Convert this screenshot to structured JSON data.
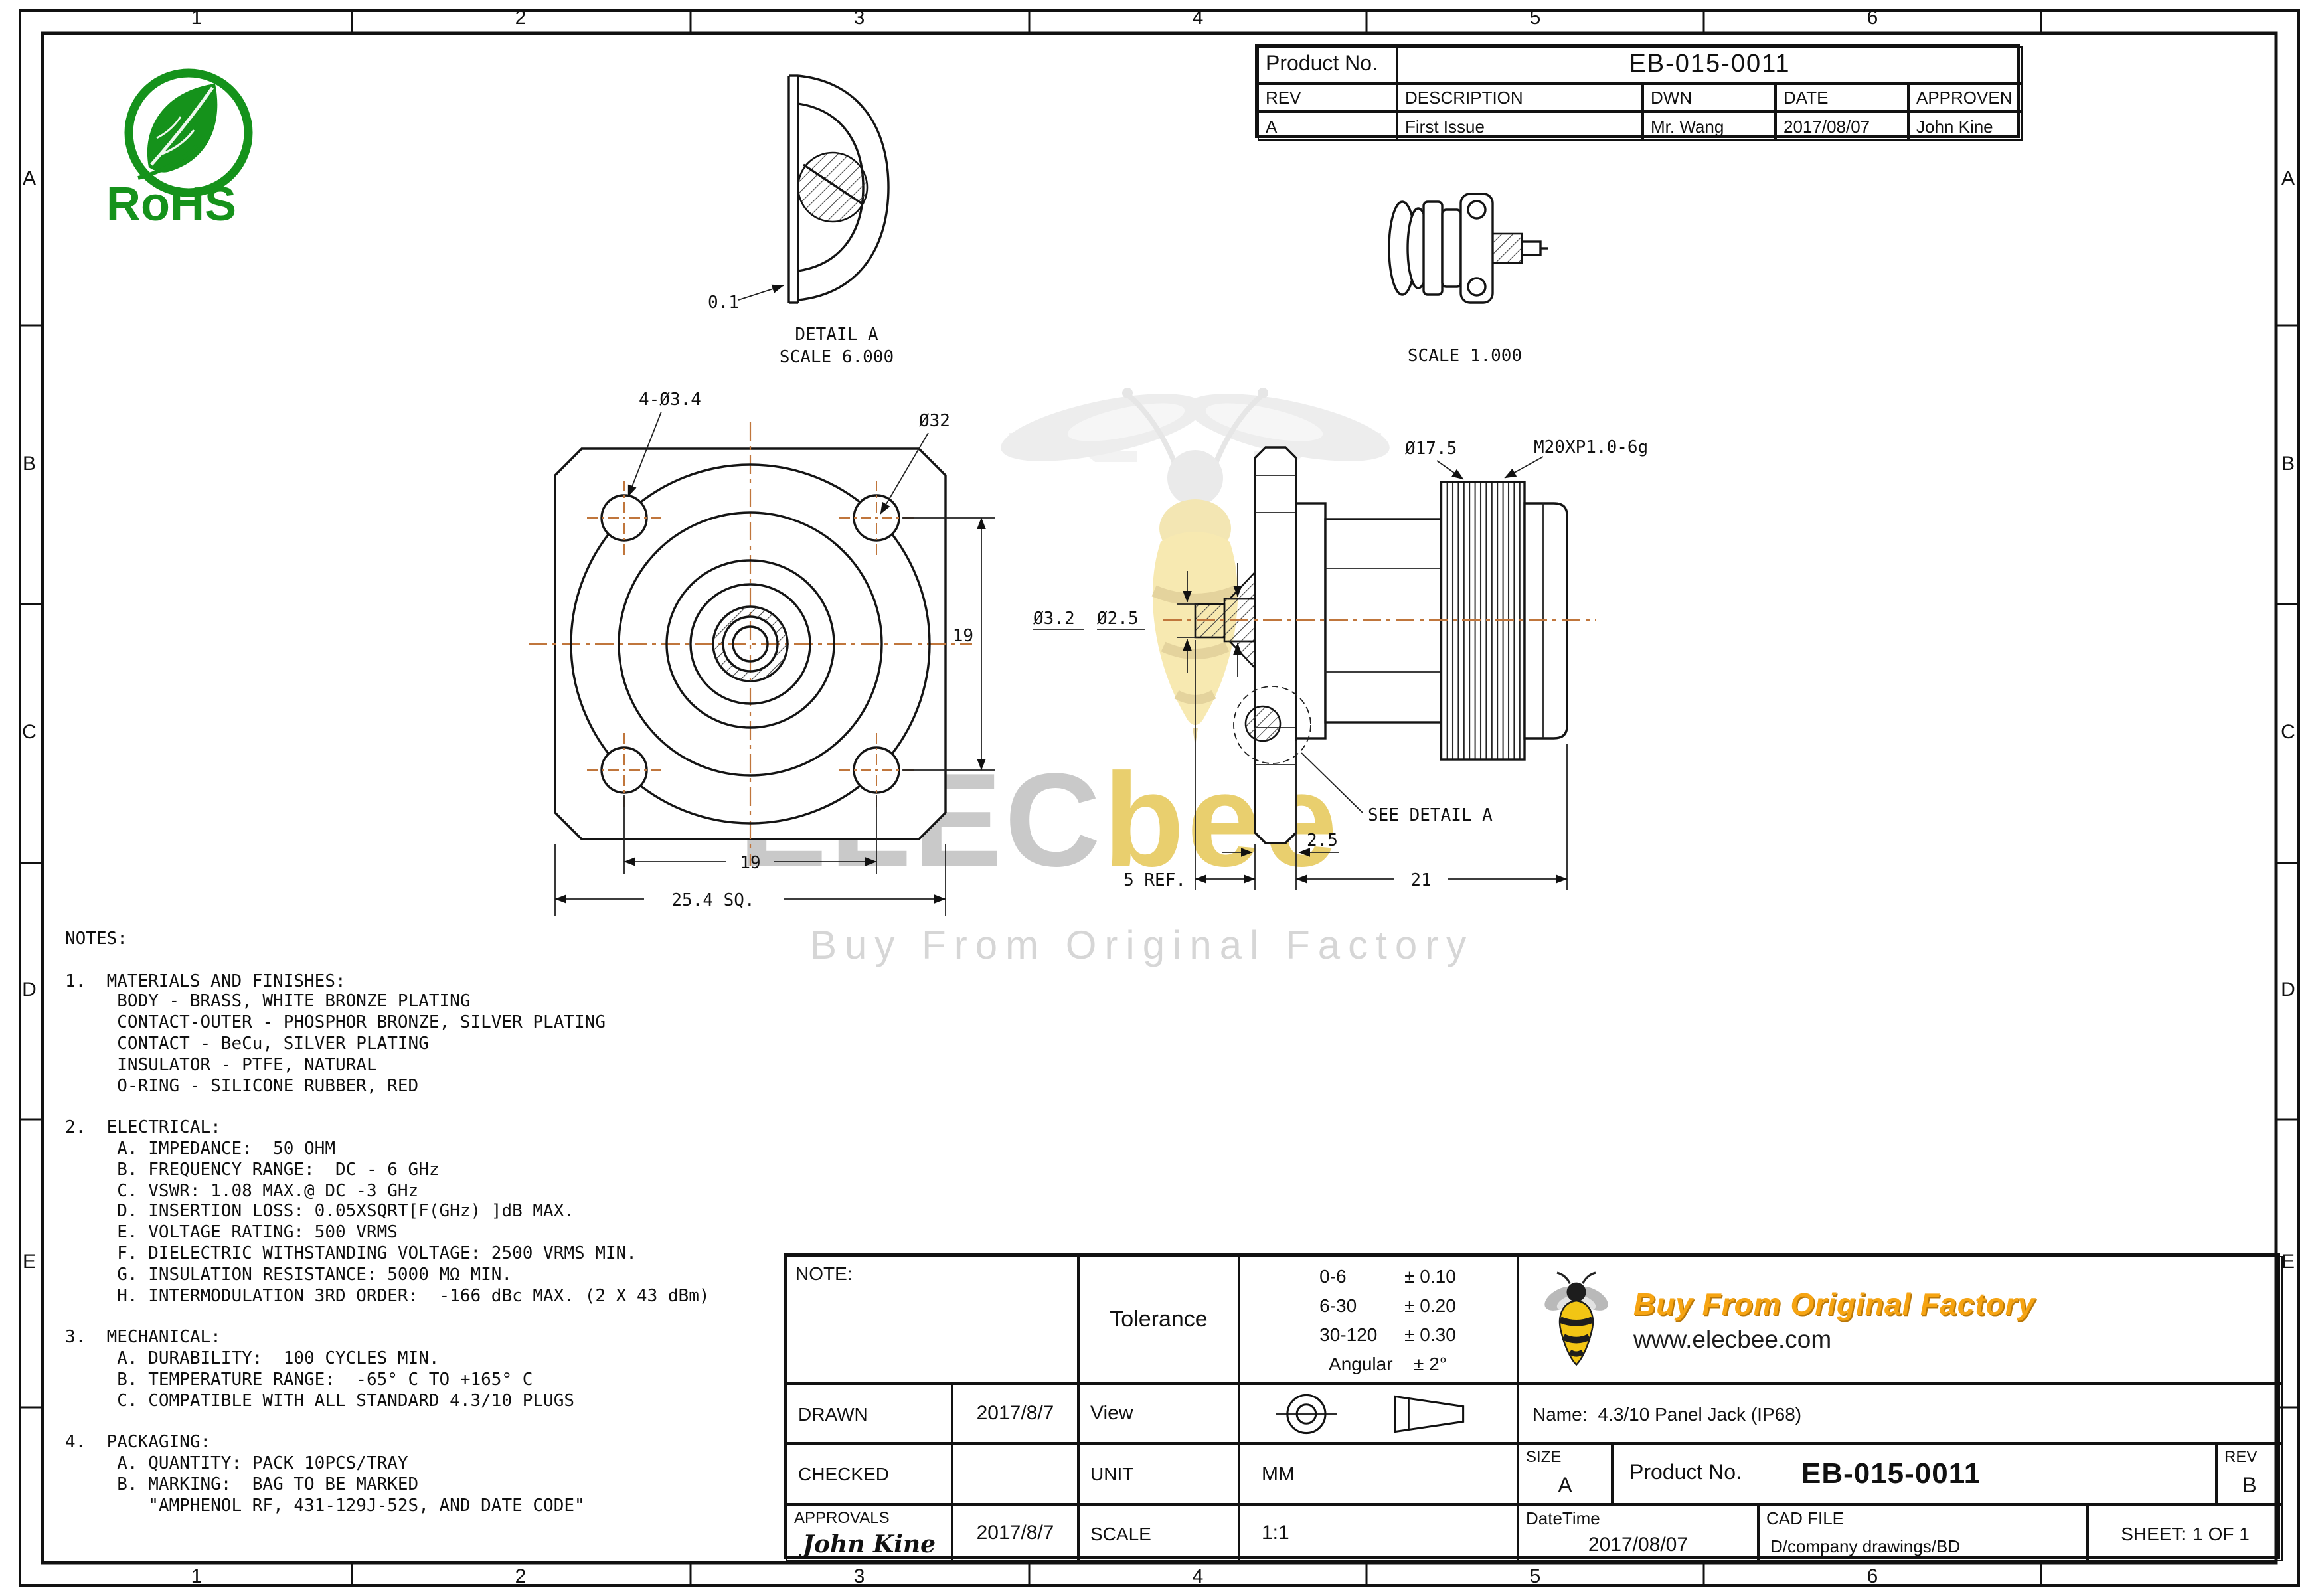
{
  "colors": {
    "centerline": "#c0763c",
    "wm_gray": "#c9c9c9",
    "wm_yellow": "#e9cf6e",
    "brand_orange": "#f6a412",
    "rohs_green": "#15921b",
    "bee_yellow": "#f2c514"
  },
  "sheet": {
    "zone_numbers": [
      "1",
      "2",
      "3",
      "4",
      "5",
      "6"
    ],
    "zone_letters": [
      "A",
      "B",
      "C",
      "D",
      "E"
    ]
  },
  "rohs": {
    "label": "RoHS"
  },
  "rev_table": {
    "product_no_label": "Product No.",
    "product_no_value": "EB-015-0011",
    "col_rev": "REV",
    "col_description": "DESCRIPTION",
    "col_dwn": "DWN",
    "col_date": "DATE",
    "col_approven": "APPROVEN",
    "row": {
      "rev": "A",
      "description": "First Issue",
      "dwn": "Mr. Wang",
      "date": "2017/08/07",
      "approven": "John Kine"
    }
  },
  "detail_a": {
    "dim_thickness": "0.1",
    "title": "DETAIL A",
    "scale": "SCALE 6.000"
  },
  "iso_view": {
    "scale": "SCALE 1.000"
  },
  "front_view": {
    "dim_holes": "4-Ø3.4",
    "dim_outer_dia": "Ø32",
    "dim_vertical": "19",
    "dim_horizontal": "19",
    "dim_square": "25.4 SQ."
  },
  "side_view": {
    "dim_dia_175": "Ø17.5",
    "dim_thread": "M20XP1.0-6g",
    "dim_dia_32": "Ø3.2",
    "dim_dia_25": "Ø2.5",
    "dim_25": "2.5",
    "dim_5ref": "5 REF.",
    "dim_21": "21",
    "see_detail": "SEE DETAIL A"
  },
  "notes": {
    "text": "NOTES:\n\n1.  MATERIALS AND FINISHES:\n     BODY - BRASS, WHITE BRONZE PLATING\n     CONTACT-OUTER - PHOSPHOR BRONZE, SILVER PLATING\n     CONTACT - BeCu, SILVER PLATING\n     INSULATOR - PTFE, NATURAL\n     O-RING - SILICONE RUBBER, RED\n\n2.  ELECTRICAL:\n     A. IMPEDANCE:  50 OHM\n     B. FREQUENCY RANGE:  DC - 6 GHz\n     C. VSWR: 1.08 MAX.@ DC -3 GHz\n     D. INSERTION LOSS: 0.05XSQRT[F(GHz) ]dB MAX.\n     E. VOLTAGE RATING: 500 VRMS\n     F. DIELECTRIC WITHSTANDING VOLTAGE: 2500 VRMS MIN.\n     G. INSULATION RESISTANCE: 5000 MΩ MIN.\n     H. INTERMODULATION 3RD ORDER:  -166 dBc MAX. (2 X 43 dBm)\n\n3.  MECHANICAL:\n     A. DURABILITY:  100 CYCLES MIN.\n     B. TEMPERATURE RANGE:  -65° C TO +165° C\n     C. COMPATIBLE WITH ALL STANDARD 4.3/10 PLUGS\n\n4.  PACKAGING:\n     A. QUANTITY: PACK 10PCS/TRAY\n     B. MARKING:  BAG TO BE MARKED\n        \"AMPHENOL RF, 431-129J-52S, AND DATE CODE\""
  },
  "watermark": {
    "elec": "ELEC",
    "bee": "bee",
    "tagline": "Buy From Original Factory"
  },
  "title_block": {
    "note_label": "NOTE:",
    "tolerance_label": "Tolerance",
    "tol_r1_range": "0-6",
    "tol_r1_val": "± 0.10",
    "tol_r2_range": "6-30",
    "tol_r2_val": "± 0.20",
    "tol_r3_range": "30-120",
    "tol_r3_val": "± 0.30",
    "tol_r4_range": "Angular",
    "tol_r4_val": "± 2°",
    "drawn_label": "DRAWN",
    "drawn_date": "2017/8/7",
    "view_label": "View",
    "checked_label": "CHECKED",
    "checked_date": "",
    "unit_label": "UNIT",
    "unit_value": "MM",
    "approvals_label": "APPROVALS",
    "approvals_signature": "John Kine",
    "approvals_date": "2017/8/7",
    "scale_label": "SCALE",
    "scale_value": "1:1",
    "brand_tagline": "Buy From Original Factory",
    "brand_site": "www.elecbee.com",
    "name_label": "Name:",
    "name_value": "4.3/10 Panel Jack (IP68)",
    "size_label": "SIZE",
    "size_value": "A",
    "product_label": "Product No.",
    "product_value": "EB-015-0011",
    "rev_label": "REV",
    "rev_value": "B",
    "datetime_label": "DateTime",
    "datetime_value": "2017/08/07",
    "cadfile_label": "CAD FILE",
    "cadfile_value": "D/company drawings/BD",
    "sheet_label": "SHEET:",
    "sheet_value": "1 OF 1"
  }
}
